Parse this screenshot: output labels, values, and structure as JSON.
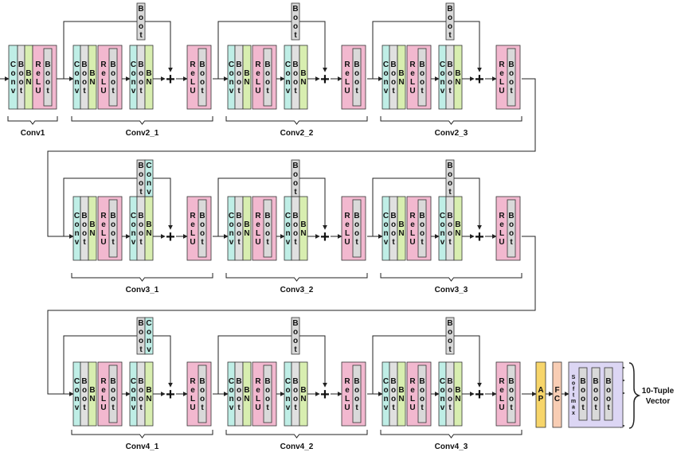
{
  "blocks": {
    "conv": "Conv",
    "bn": "BN",
    "relu": "ReLU",
    "boot": "Boot",
    "ap": "AP",
    "fc": "FC",
    "softmax": "Softmax"
  },
  "plus_symbol": "+",
  "stage_labels": [
    "Conv1",
    "Conv2_1",
    "Conv2_2",
    "Conv2_3",
    "Conv3_1",
    "Conv3_2",
    "Conv3_3",
    "Conv4_1",
    "Conv4_2",
    "Conv4_3"
  ],
  "output_label": [
    "10-Tuple",
    "Vector"
  ],
  "colors": {
    "conv": "#bfeee6",
    "bn": "#d8eeb0",
    "relu": "#f2b8cf",
    "boot": "#d9d9d9",
    "gray_strip": "#e0e0e0",
    "ap": "#f7d56a",
    "fc": "#f8cdb4",
    "softmax": "#dcd6f4"
  }
}
